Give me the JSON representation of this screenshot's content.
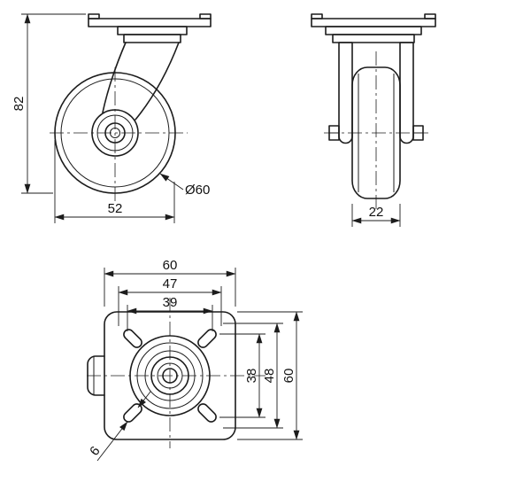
{
  "drawing": {
    "title": "caster-technical-drawing",
    "side_view": {
      "overall_height": "82",
      "base_width": "52",
      "wheel_diameter": "Ø60"
    },
    "front_view": {
      "wheel_width": "22"
    },
    "top_view": {
      "plate_width": "60",
      "bolt_spacing_outer": "47",
      "bolt_spacing_inner": "39",
      "bolt_spacing_v_inner": "38",
      "bolt_spacing_v_outer": "48",
      "plate_height": "60",
      "slot_width": "6"
    },
    "colors": {
      "line": "#1c1c1c",
      "background": "#ffffff"
    }
  }
}
